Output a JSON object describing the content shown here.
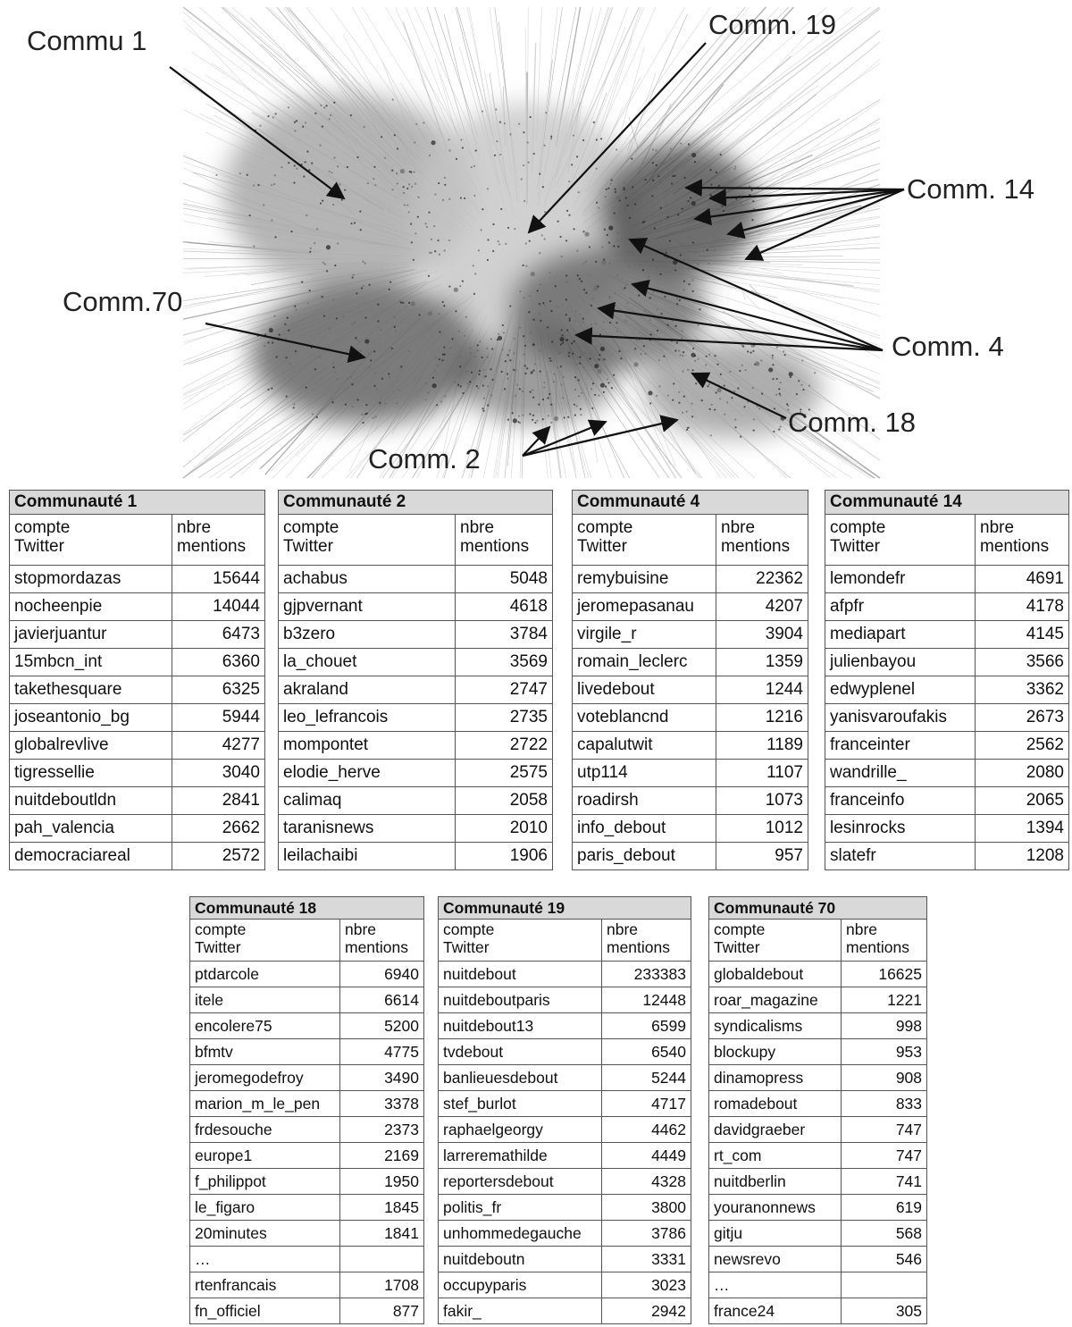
{
  "graph_labels": {
    "commu1": "Commu 1",
    "comm19": "Comm. 19",
    "comm14": "Comm. 14",
    "comm70": "Comm.70",
    "comm4": "Comm. 4",
    "comm18": "Comm. 18",
    "comm2": "Comm. 2"
  },
  "header": {
    "account": "compte\nTwitter",
    "mentions": "nbre\nmentions"
  },
  "tables": {
    "c1": {
      "title": "Communauté 1",
      "rows": [
        [
          "stopmordazas",
          "15644"
        ],
        [
          "nocheenpie",
          "14044"
        ],
        [
          "javierjuantur",
          "6473"
        ],
        [
          "15mbcn_int",
          "6360"
        ],
        [
          "takethesquare",
          "6325"
        ],
        [
          "joseantonio_bg",
          "5944"
        ],
        [
          "globalrevlive",
          "4277"
        ],
        [
          "tigressellie",
          "3040"
        ],
        [
          "nuitdeboutldn",
          "2841"
        ],
        [
          "pah_valencia",
          "2662"
        ],
        [
          "democraciareal",
          "2572"
        ]
      ]
    },
    "c2": {
      "title": "Communauté 2",
      "rows": [
        [
          "achabus",
          "5048"
        ],
        [
          "gjpvernant",
          "4618"
        ],
        [
          "b3zero",
          "3784"
        ],
        [
          "la_chouet",
          "3569"
        ],
        [
          "akraland",
          "2747"
        ],
        [
          "leo_lefrancois",
          "2735"
        ],
        [
          "mompontet",
          "2722"
        ],
        [
          "elodie_herve",
          "2575"
        ],
        [
          "calimaq",
          "2058"
        ],
        [
          "taranisnews",
          "2010"
        ],
        [
          "leilachaibi",
          "1906"
        ]
      ]
    },
    "c4": {
      "title": "Communauté 4",
      "rows": [
        [
          "remybuisine",
          "22362"
        ],
        [
          "jeromepasanau",
          "4207"
        ],
        [
          "virgile_r",
          "3904"
        ],
        [
          "romain_leclerc",
          "1359"
        ],
        [
          "livedebout",
          "1244"
        ],
        [
          "voteblancnd",
          "1216"
        ],
        [
          "capalutwit",
          "1189"
        ],
        [
          "utp114",
          "1107"
        ],
        [
          "roadirsh",
          "1073"
        ],
        [
          "info_debout",
          "1012"
        ],
        [
          "paris_debout",
          "957"
        ]
      ]
    },
    "c14": {
      "title": "Communauté 14",
      "rows": [
        [
          "lemondefr",
          "4691"
        ],
        [
          "afpfr",
          "4178"
        ],
        [
          "mediapart",
          "4145"
        ],
        [
          "julienbayou",
          "3566"
        ],
        [
          "edwyplenel",
          "3362"
        ],
        [
          "yanisvaroufakis",
          "2673"
        ],
        [
          "franceinter",
          "2562"
        ],
        [
          "wandrille_",
          "2080"
        ],
        [
          "franceinfo",
          "2065"
        ],
        [
          "lesinrocks",
          "1394"
        ],
        [
          "slatefr",
          "1208"
        ]
      ]
    },
    "c18": {
      "title": "Communauté 18",
      "rows": [
        [
          "ptdarcole",
          "6940"
        ],
        [
          "itele",
          "6614"
        ],
        [
          "encolere75",
          "5200"
        ],
        [
          "bfmtv",
          "4775"
        ],
        [
          "jeromegodefroy",
          "3490"
        ],
        [
          "marion_m_le_pen",
          "3378"
        ],
        [
          "frdesouche",
          "2373"
        ],
        [
          "europe1",
          "2169"
        ],
        [
          "f_philippot",
          "1950"
        ],
        [
          "le_figaro",
          "1845"
        ],
        [
          "20minutes",
          "1841"
        ],
        [
          "…",
          ""
        ],
        [
          "rtenfrancais",
          "1708"
        ],
        [
          "fn_officiel",
          "877"
        ]
      ]
    },
    "c19": {
      "title": "Communauté 19",
      "rows": [
        [
          "nuitdebout",
          "233383"
        ],
        [
          "nuitdeboutparis",
          "12448"
        ],
        [
          "nuitdebout13",
          "6599"
        ],
        [
          "tvdebout",
          "6540"
        ],
        [
          "banlieuesdebout",
          "5244"
        ],
        [
          "stef_burlot",
          "4717"
        ],
        [
          "raphaelgeorgy",
          "4462"
        ],
        [
          "larreremathilde",
          "4449"
        ],
        [
          "reportersdebout",
          "4328"
        ],
        [
          "politis_fr",
          "3800"
        ],
        [
          "unhommedegauche",
          "3786"
        ],
        [
          "nuitdeboutn",
          "3331"
        ],
        [
          "occupyparis",
          "3023"
        ],
        [
          "fakir_",
          "2942"
        ]
      ]
    },
    "c70": {
      "title": "Communauté 70",
      "rows": [
        [
          "globaldebout",
          "16625"
        ],
        [
          "roar_magazine",
          "1221"
        ],
        [
          "syndicalisms",
          "998"
        ],
        [
          "blockupy",
          "953"
        ],
        [
          "dinamopress",
          "908"
        ],
        [
          "romadebout",
          "833"
        ],
        [
          "davidgraeber",
          "747"
        ],
        [
          "rt_com",
          "747"
        ],
        [
          "nuitdberlin",
          "741"
        ],
        [
          "youranonnews",
          "619"
        ],
        [
          "gitju",
          "568"
        ],
        [
          "newsrevo",
          "546"
        ],
        [
          "…",
          ""
        ],
        [
          "france24",
          "305"
        ]
      ]
    }
  }
}
